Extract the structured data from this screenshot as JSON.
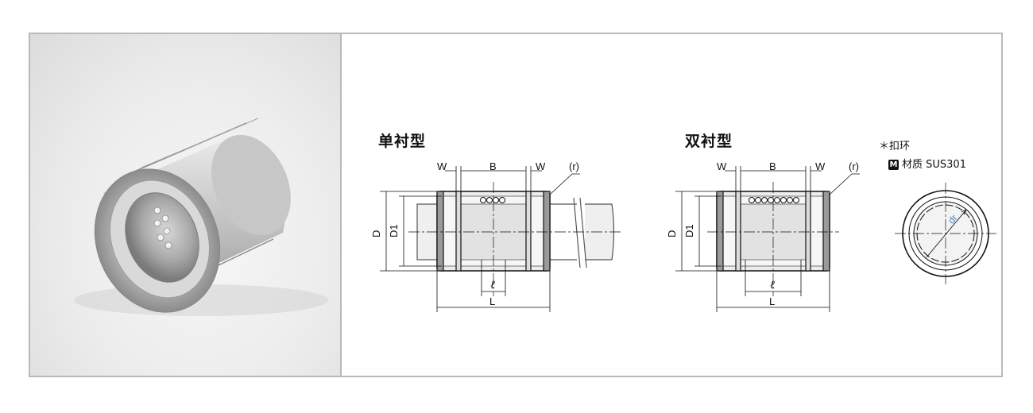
{
  "product": {
    "photo_alt": "linear bushing product photo"
  },
  "single": {
    "title": "单衬型",
    "labels": {
      "W_left": "W",
      "B": "B",
      "W_right": "W",
      "r": "(r)",
      "D": "D",
      "D1": "D1",
      "l": "ℓ",
      "L": "L"
    }
  },
  "double": {
    "title": "双衬型",
    "labels": {
      "W_left": "W",
      "B": "B",
      "W_right": "W",
      "r": "(r)",
      "D": "D",
      "D1": "D1",
      "l": "ℓ",
      "L": "L"
    }
  },
  "note": {
    "retaining_ring": "＊扣环",
    "material_badge": "M",
    "material": "材质  SUS301"
  },
  "end_view": {
    "label": "dr"
  }
}
